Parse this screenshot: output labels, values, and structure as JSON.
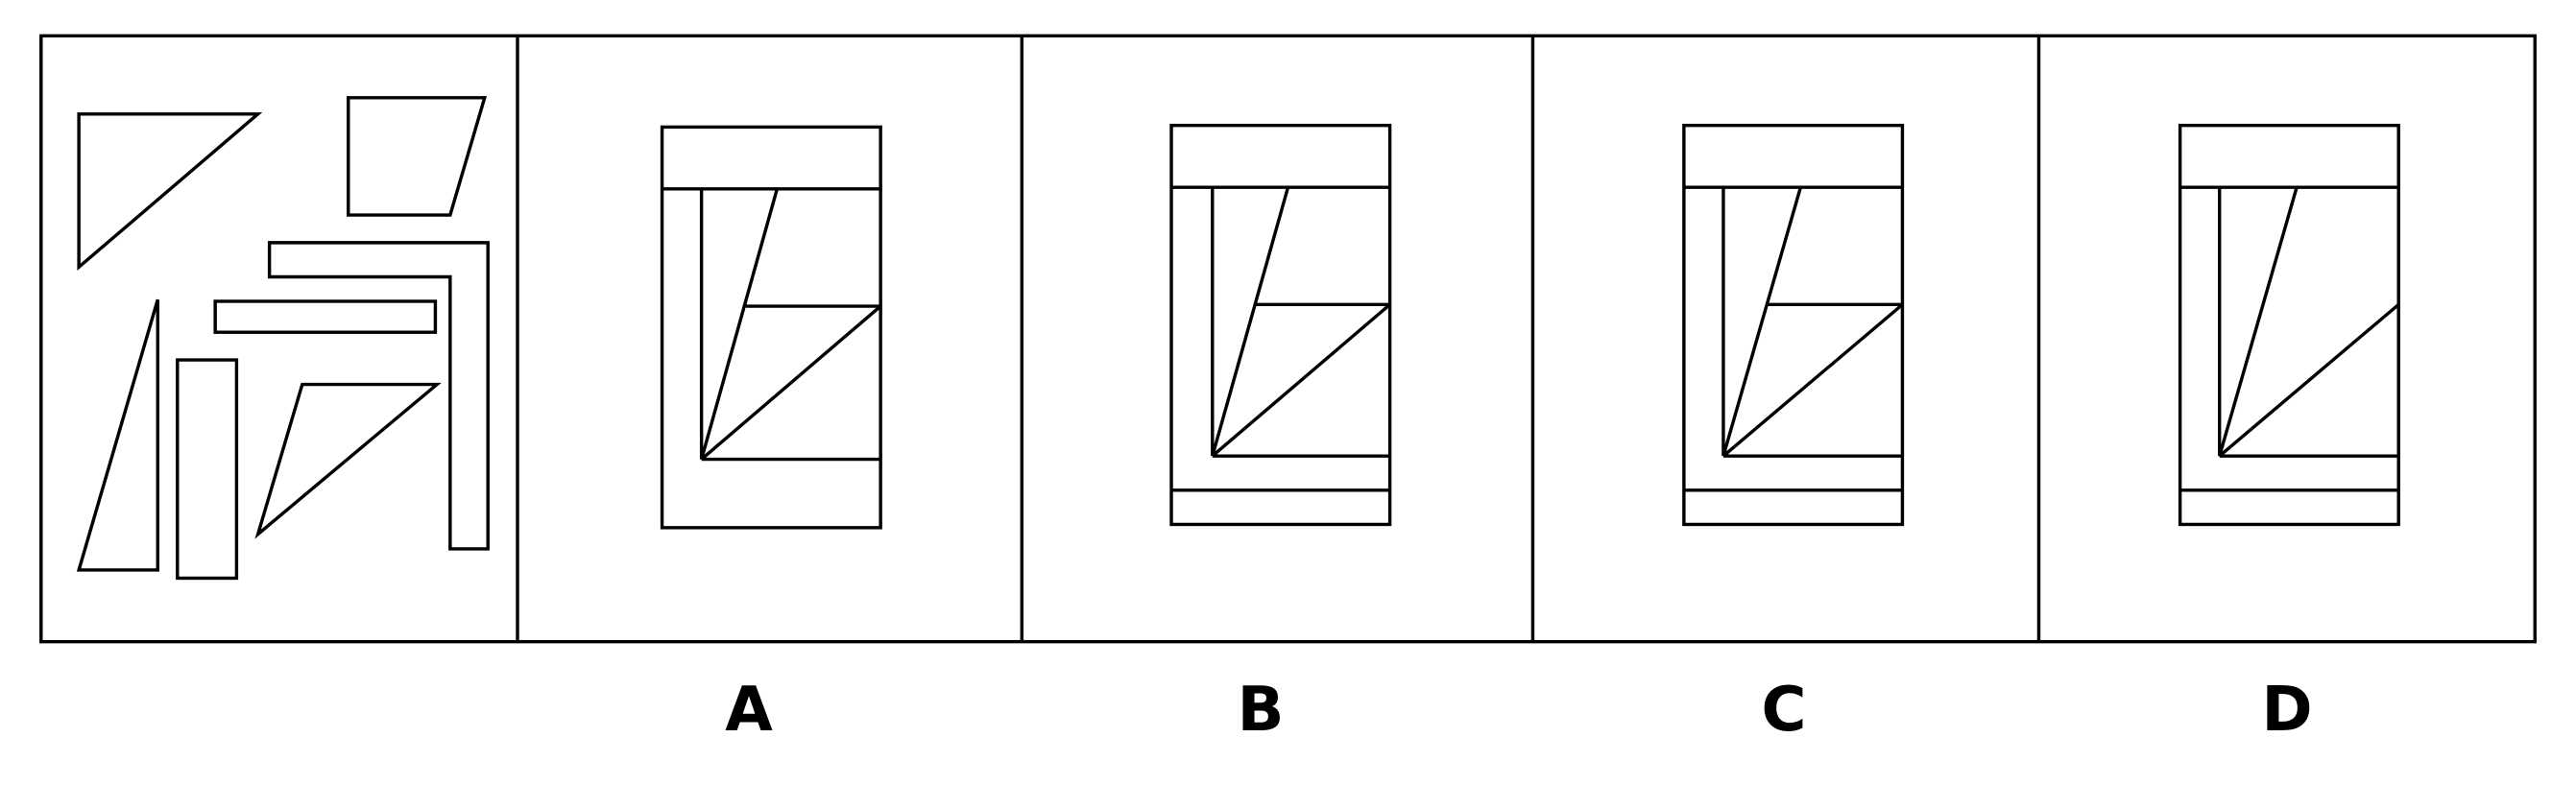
{
  "panels": [
    {
      "id": "question",
      "label": ""
    },
    {
      "id": "option-a",
      "label": "A"
    },
    {
      "id": "option-b",
      "label": "B"
    },
    {
      "id": "option-c",
      "label": "C"
    },
    {
      "id": "option-d",
      "label": "D"
    }
  ],
  "colors": {
    "stroke": "#000000",
    "background": "#ffffff"
  }
}
